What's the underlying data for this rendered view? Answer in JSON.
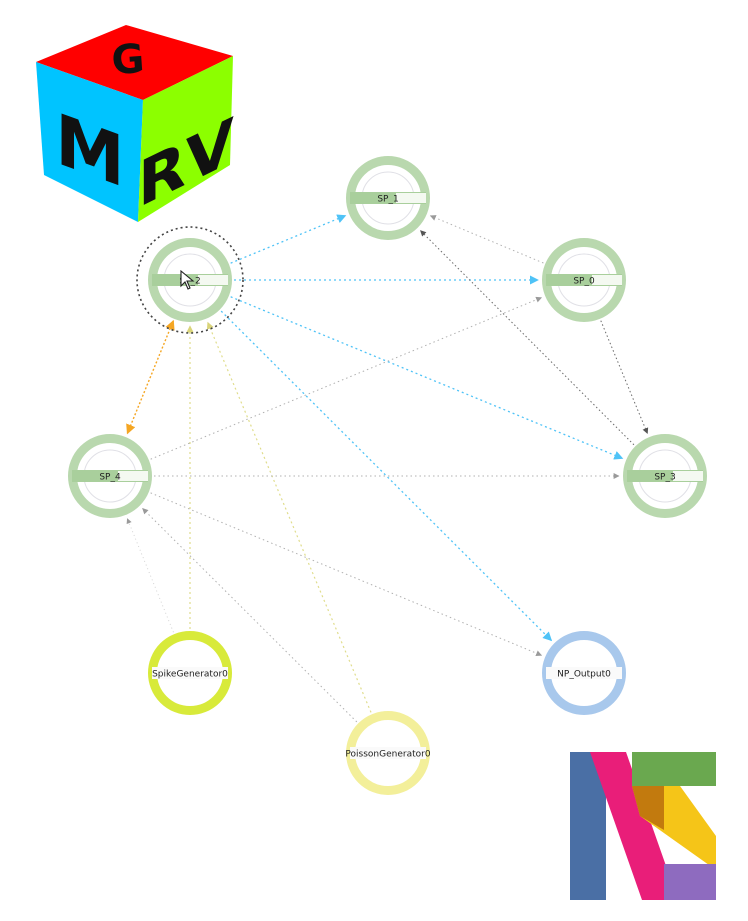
{
  "logo_left": {
    "letters": [
      "G",
      "M",
      "RV"
    ],
    "colors": {
      "top": "#ff0000",
      "left": "#00c8ff",
      "right": "#88ff00"
    }
  },
  "logo_right": {
    "colors": [
      "#4a6fa5",
      "#e91e79",
      "#f5c518",
      "#6aa84f",
      "#8e6bbf"
    ]
  },
  "graph": {
    "nodes": [
      {
        "id": "SP_2",
        "label": "SP_2",
        "type": "sp",
        "selected": true
      },
      {
        "id": "SP_1",
        "label": "SP_1",
        "type": "sp"
      },
      {
        "id": "SP_0",
        "label": "SP_0",
        "type": "sp"
      },
      {
        "id": "SP_4",
        "label": "SP_4",
        "type": "sp"
      },
      {
        "id": "SP_3",
        "label": "SP_3",
        "type": "sp"
      },
      {
        "id": "SpikeGenerator0",
        "label": "SpikeGenerator0",
        "type": "spike"
      },
      {
        "id": "PoissonGenerator0",
        "label": "PoissonGenerator0",
        "type": "poisson"
      },
      {
        "id": "NP_Output0",
        "label": "NP_Output0",
        "type": "output"
      }
    ],
    "edges": [
      {
        "from": "SP_2",
        "to": "SP_1",
        "kind": "selected"
      },
      {
        "from": "SP_2",
        "to": "SP_0",
        "kind": "selected"
      },
      {
        "from": "SP_2",
        "to": "SP_3",
        "kind": "selected"
      },
      {
        "from": "SP_2",
        "to": "NP_Output0",
        "kind": "selected"
      },
      {
        "from": "SP_2",
        "to": "SP_4",
        "kind": "bidir"
      },
      {
        "from": "SpikeGenerator0",
        "to": "SP_2",
        "kind": "input"
      },
      {
        "from": "PoissonGenerator0",
        "to": "SP_2",
        "kind": "input"
      },
      {
        "from": "SP_0",
        "to": "SP_1",
        "kind": "normal"
      },
      {
        "from": "SP_3",
        "to": "SP_1",
        "kind": "dark"
      },
      {
        "from": "SP_0",
        "to": "SP_3",
        "kind": "dark"
      },
      {
        "from": "SP_4",
        "to": "SP_0",
        "kind": "normal"
      },
      {
        "from": "SP_4",
        "to": "SP_3",
        "kind": "normal"
      },
      {
        "from": "SP_4",
        "to": "NP_Output0",
        "kind": "normal"
      },
      {
        "from": "PoissonGenerator0",
        "to": "SP_4",
        "kind": "normal"
      },
      {
        "from": "SpikeGenerator0",
        "to": "SP_4",
        "kind": "faint"
      }
    ],
    "colors": {
      "sp_ring": "#b9d8ae",
      "sp_bar": "#a9cf9c",
      "spike_ring": "#d8ea3a",
      "poisson_ring": "#f3ef9a",
      "output_ring": "#a8c8ec",
      "edge_selected": "#4fc3f7",
      "edge_bidir": "#f5a623",
      "edge_input": "#e0dd8c",
      "edge_normal": "#b0b0b0",
      "edge_dark": "#6a6a6a"
    }
  }
}
